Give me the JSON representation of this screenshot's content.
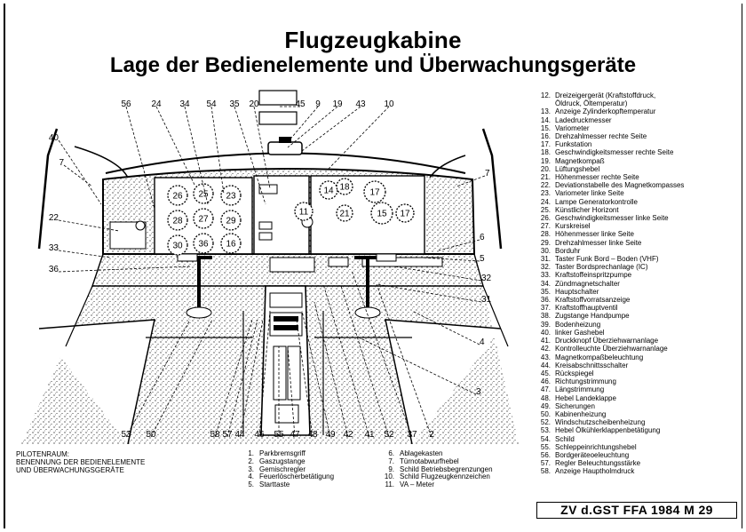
{
  "title": "Flugzeugkabine",
  "subtitle": "Lage der Bedienelemente und Überwachungsgeräte",
  "diagram": {
    "callouts_top": [
      "56",
      "24",
      "34",
      "54",
      "35",
      "20",
      "45",
      "9",
      "19",
      "43",
      "10"
    ],
    "callouts_left": [
      "40",
      "7",
      "22",
      "33",
      "36"
    ],
    "callouts_right": [
      "7",
      "6",
      "5",
      "32",
      "31",
      "4",
      "3"
    ],
    "callouts_bottom": [
      "53",
      "50",
      "58",
      "57",
      "44",
      "46",
      "55",
      "47",
      "48",
      "49",
      "42",
      "41",
      "52",
      "37",
      "2"
    ],
    "instruments": [
      "26",
      "25",
      "23",
      "28",
      "27",
      "29",
      "30",
      "36",
      "16",
      "14",
      "18",
      "17",
      "11",
      "21",
      "15",
      "17"
    ]
  },
  "legend_right": [
    {
      "n": "12.",
      "t": "Dreizeigergerät (Kraftstoffdruck,"
    },
    {
      "n": "",
      "t": "Öldruck, Öltemperatur)"
    },
    {
      "n": "13.",
      "t": "Anzeige Zylinderkopftemperatur"
    },
    {
      "n": "14.",
      "t": "Ladedruckmesser"
    },
    {
      "n": "15.",
      "t": "Variometer"
    },
    {
      "n": "16.",
      "t": "Drehzahlmesser rechte Seite"
    },
    {
      "n": "17.",
      "t": "Funkstation"
    },
    {
      "n": "18.",
      "t": "Geschwindigkeitsmesser rechte Seite"
    },
    {
      "n": "19.",
      "t": "Magnetkompaß"
    },
    {
      "n": "20.",
      "t": "Lüftungshebel"
    },
    {
      "n": "21.",
      "t": "Höhenmesser rechte Seite"
    },
    {
      "n": "22.",
      "t": "Deviationstabelle des Magnetkompasses"
    },
    {
      "n": "23.",
      "t": "Variometer linke Seite"
    },
    {
      "n": "24.",
      "t": "Lampe Generatorkontrolle"
    },
    {
      "n": "25.",
      "t": "Künstlicher Horizont"
    },
    {
      "n": "26.",
      "t": "Geschwindigkeitsmesser linke Seite"
    },
    {
      "n": "27.",
      "t": "Kurskreisel"
    },
    {
      "n": "28.",
      "t": "Höhenmesser linke Seite"
    },
    {
      "n": "29.",
      "t": "Drehzahlmesser linke Seite"
    },
    {
      "n": "30.",
      "t": "Borduhr"
    },
    {
      "n": "31.",
      "t": "Taster Funk Bord – Boden (VHF)"
    },
    {
      "n": "32.",
      "t": "Taster Bordsprechanlage (IC)"
    },
    {
      "n": "33.",
      "t": "Kraftstoffeinspritzpumpe"
    },
    {
      "n": "34.",
      "t": "Zündmagnetschalter"
    },
    {
      "n": "35.",
      "t": "Hauptschalter"
    },
    {
      "n": "36.",
      "t": "Kraftstoffvorratsanzeige"
    },
    {
      "n": "37.",
      "t": "Kraftstoffhauptventil"
    },
    {
      "n": "38.",
      "t": "Zugstange Handpumpe"
    },
    {
      "n": "39.",
      "t": "Bodenheizung"
    },
    {
      "n": "40.",
      "t": "linker Gashebel"
    },
    {
      "n": "41.",
      "t": "Druckknopf Überziehwarnanlage"
    },
    {
      "n": "42.",
      "t": "Kontrolleuchte Überziehwarnanlage"
    },
    {
      "n": "43.",
      "t": "Magnetkompaßbeleuchtung"
    },
    {
      "n": "44.",
      "t": "Kreisabschnittsschalter"
    },
    {
      "n": "45.",
      "t": "Rückspiegel"
    },
    {
      "n": "46.",
      "t": "Richtungstrimmung"
    },
    {
      "n": "47.",
      "t": "Längstrimmung"
    },
    {
      "n": "48.",
      "t": "Hebel Landeklappe"
    },
    {
      "n": "49.",
      "t": "Sicherungen"
    },
    {
      "n": "50.",
      "t": "Kabinenheizung"
    },
    {
      "n": "52.",
      "t": "Windschutzscheibenheizung"
    },
    {
      "n": "53.",
      "t": "Hebel Ölkühlerklappenbetätigung"
    },
    {
      "n": "54.",
      "t": "Schild"
    },
    {
      "n": "55.",
      "t": "Schleppeinrichtungshebel"
    },
    {
      "n": "56.",
      "t": "Bordgeräteoeleuchtung"
    },
    {
      "n": "57.",
      "t": "Regler Beleuchtungsstärke"
    },
    {
      "n": "58.",
      "t": "Anzeige Hauptholmdruck"
    }
  ],
  "cabin_caption": [
    "PILOTENRAUM:",
    "BENENNUNG DER BEDIENELEMENTE",
    "UND ÜBERWACHUNGSGERÄTE"
  ],
  "legend_bottom_a": [
    {
      "n": "1.",
      "t": "Parkbremsgriff"
    },
    {
      "n": "2.",
      "t": "Gaszugstange"
    },
    {
      "n": "3.",
      "t": "Gemischregler"
    },
    {
      "n": "4.",
      "t": "Feuerlöscherbetätigung"
    },
    {
      "n": "5.",
      "t": "Starttaste"
    }
  ],
  "legend_bottom_b": [
    {
      "n": "6.",
      "t": "Ablagekasten"
    },
    {
      "n": "7.",
      "t": "Türnotabwurfhebel"
    },
    {
      "n": "9.",
      "t": "Schild Betriebsbegrenzungen"
    },
    {
      "n": "10.",
      "t": "Schild Flugzeugkennzeichen"
    },
    {
      "n": "11.",
      "t": "VA – Meter"
    }
  ],
  "reference": "ZV d.GST  FFA 1984  M 29"
}
